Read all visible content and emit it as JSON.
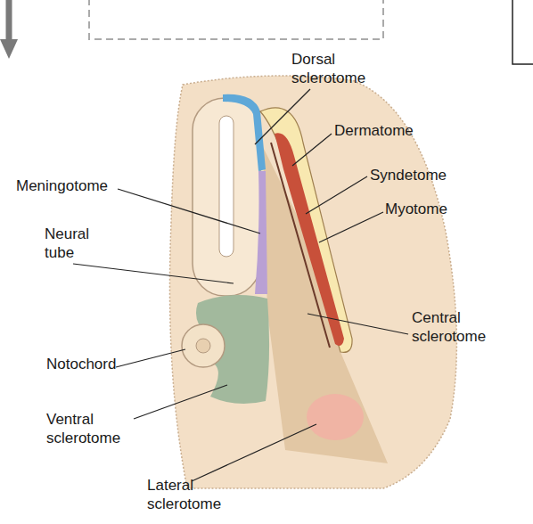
{
  "diagram": {
    "labels": [
      "Dorsal sclerotome",
      "Dermatome",
      "Syndetome",
      "Myotome",
      "Meningotome",
      "Neural tube",
      "Central sclerotome",
      "Notochord",
      "Ventral sclerotome",
      "Lateral sclerotome"
    ]
  }
}
